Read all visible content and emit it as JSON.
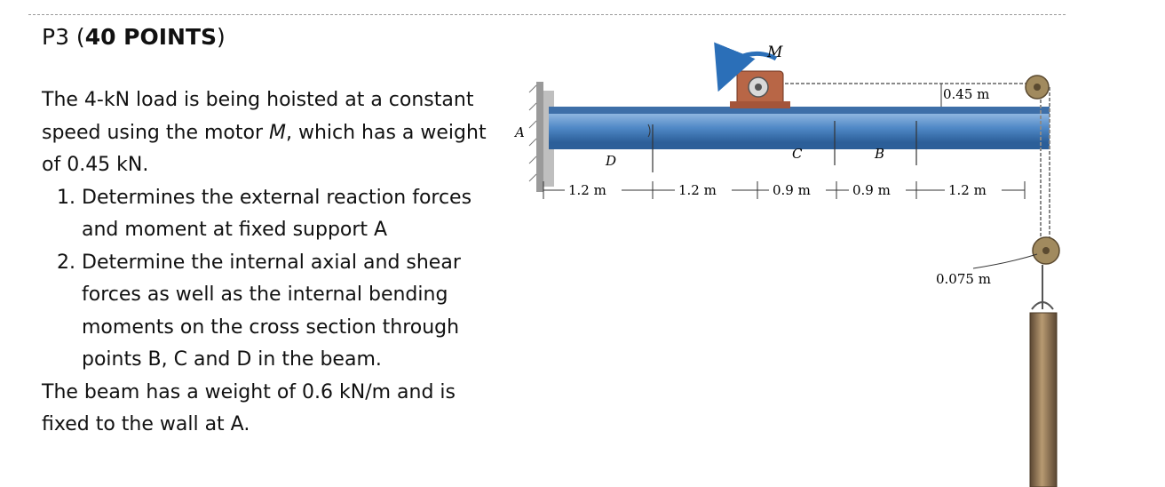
{
  "title": {
    "prefix": "P3 (",
    "points": "40 POINTS",
    "suffix": ")"
  },
  "intro": {
    "part1": "The 4-kN load is being hoisted at a constant speed using the motor ",
    "motor": "M",
    "part2": ", which has a weight of 0.45 kN."
  },
  "tasks": [
    {
      "text": "Determines the external reaction forces and moment at fixed support A"
    },
    {
      "text": "Determine the internal axial and shear forces as well as the internal bending moments on the cross section through points B, C and D in the beam."
    }
  ],
  "closing": "The beam has a weight of 0.6 kN/m and is fixed to the wall at A.",
  "figure": {
    "label_M": "M",
    "label_A": "A",
    "label_B": "B",
    "label_C": "C",
    "label_D": "D",
    "dim_top": "0.45 m",
    "dim_pulley": "0.075 m",
    "spans": [
      "1.2 m",
      "1.2 m",
      "0.9 m",
      "0.9 m",
      "1.2 m"
    ],
    "colors": {
      "beam": "#4f88c6",
      "motor": "#b86646",
      "arrow": "#2b6fb8",
      "load": "#8a6d4a",
      "pulley": "#a18a5e"
    }
  }
}
